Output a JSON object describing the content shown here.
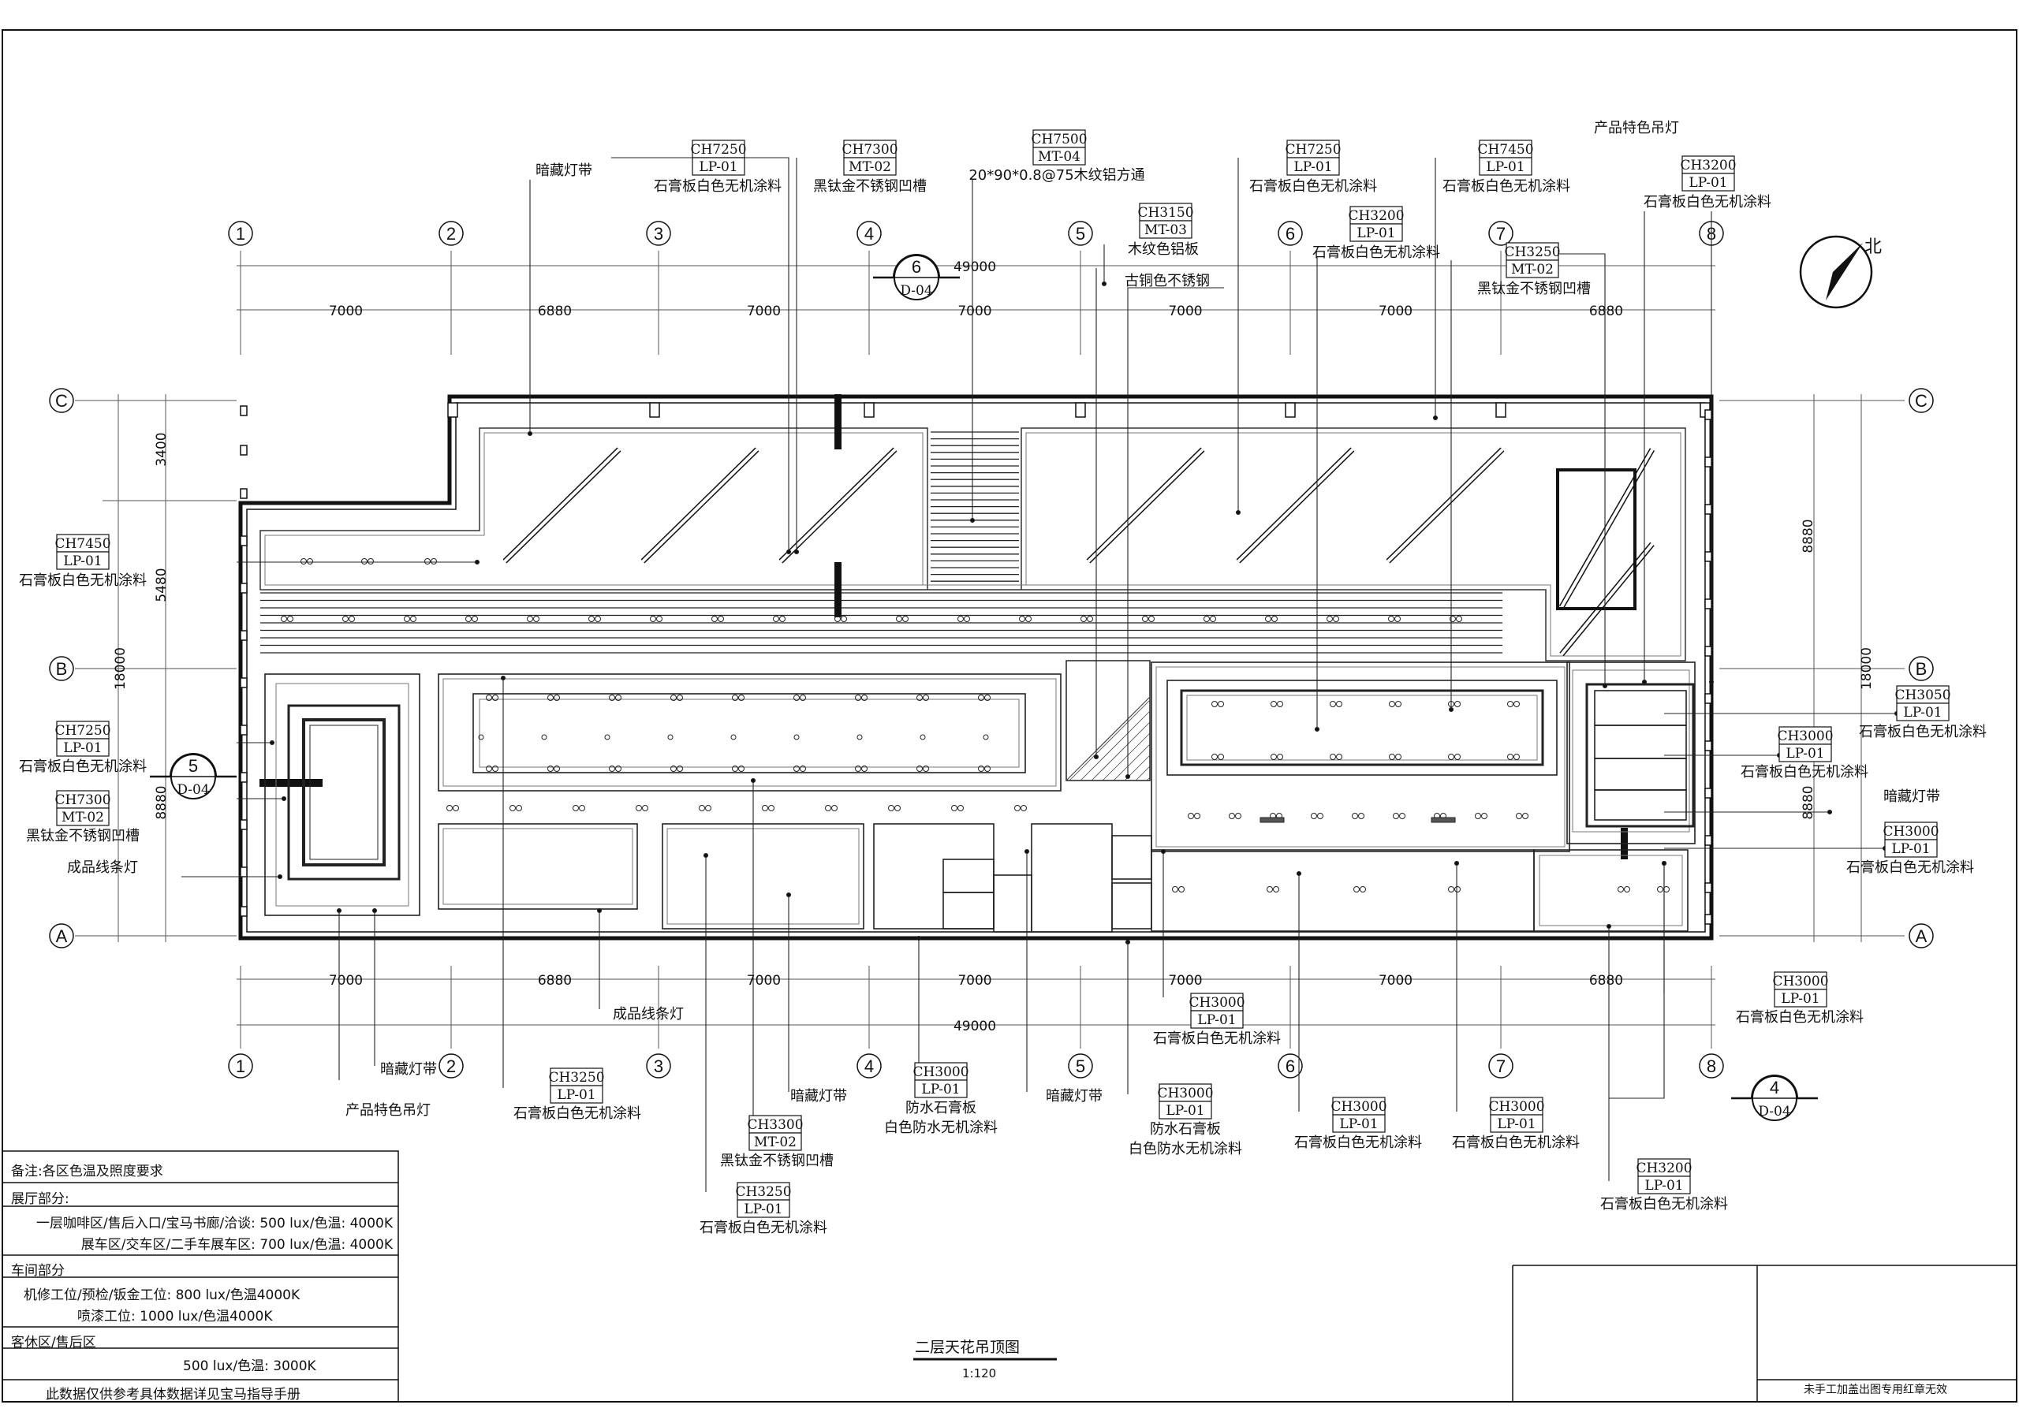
{
  "drawing": {
    "title": "二层天花吊顶图",
    "scale": "1:120",
    "stamp_note": "未手工加盖出图专用红章无效",
    "north_label": "北",
    "grid_cols": [
      "1",
      "2",
      "3",
      "4",
      "5",
      "6",
      "7",
      "8"
    ],
    "grid_rows": [
      "C",
      "B",
      "A"
    ],
    "spans_top": [
      "7000",
      "6880",
      "7000",
      "7000",
      "7000",
      "7000",
      "6880"
    ],
    "total_top": "49000",
    "spans_bottom": [
      "7000",
      "6880",
      "7000",
      "7000",
      "7000",
      "7000",
      "6880"
    ],
    "total_bottom": "49000",
    "left_dims": [
      "3400",
      "5480",
      "8880"
    ],
    "left_total": "18000",
    "right_dims": [
      "8880",
      "8880"
    ],
    "right_total": "18000",
    "section_marks": [
      {
        "num": "6",
        "sheet": "D-04"
      },
      {
        "num": "5",
        "sheet": "D-04"
      },
      {
        "num": "4",
        "sheet": "D-04"
      }
    ]
  },
  "callouts": [
    {
      "ch": "CH7250",
      "code": "LP-01",
      "desc": "石膏板白色无机涂料"
    },
    {
      "ch": "CH7300",
      "code": "MT-02",
      "desc": "黑钛金不锈钢凹槽"
    },
    {
      "ch": "CH7500",
      "code": "MT-04",
      "desc": "20*90*0.8@75木纹铝方通"
    },
    {
      "ch": "CH3150",
      "code": "MT-03",
      "desc": "木纹色铝板"
    },
    {
      "ch": "CH7250",
      "code": "LP-01",
      "desc": "石膏板白色无机涂料"
    },
    {
      "ch": "CH3200",
      "code": "LP-01",
      "desc": "石膏板白色无机涂料"
    },
    {
      "ch": "CH7450",
      "code": "LP-01",
      "desc": "石膏板白色无机涂料"
    },
    {
      "ch": "CH3250",
      "code": "MT-02",
      "desc": "黑钛金不锈钢凹槽"
    },
    {
      "ch": "CH3200",
      "code": "LP-01",
      "desc": "石膏板白色无机涂料"
    },
    {
      "ch": "CH7450",
      "code": "LP-01",
      "desc": "石膏板白色无机涂料"
    },
    {
      "ch": "CH7250",
      "code": "LP-01",
      "desc": "石膏板白色无机涂料"
    },
    {
      "ch": "CH7300",
      "code": "MT-02",
      "desc": "黑钛金不锈钢凹槽"
    },
    {
      "ch": "CH3050",
      "code": "LP-01",
      "desc": "石膏板白色无机涂料"
    },
    {
      "ch": "CH3000",
      "code": "LP-01",
      "desc": "石膏板白色无机涂料"
    },
    {
      "ch": "CH3000",
      "code": "LP-01",
      "desc": "石膏板白色无机涂料"
    },
    {
      "ch": "CH3250",
      "code": "LP-01",
      "desc": "石膏板白色无机涂料"
    },
    {
      "ch": "CH3300",
      "code": "MT-02",
      "desc": "黑钛金不锈钢凹槽"
    },
    {
      "ch": "CH3250",
      "code": "LP-01",
      "desc": "石膏板白色无机涂料"
    },
    {
      "ch": "CH3000",
      "code": "LP-01",
      "desc": "防水石膏板"
    },
    {
      "ch": "CH3000",
      "code": "LP-01",
      "desc": "防水石膏板"
    },
    {
      "ch": "CH3000",
      "code": "LP-01",
      "desc": "石膏板白色无机涂料"
    },
    {
      "ch": "CH3000",
      "code": "LP-01",
      "desc": "石膏板白色无机涂料"
    },
    {
      "ch": "CH3000",
      "code": "LP-01",
      "desc": "石膏板白色无机涂料"
    },
    {
      "ch": "CH3000",
      "code": "LP-01",
      "desc": "石膏板白色无机涂料"
    },
    {
      "ch": "CH3200",
      "code": "LP-01",
      "desc": "石膏板白色无机涂料"
    }
  ],
  "extra_desc": {
    "waterproof_paint": "白色防水无机涂料"
  },
  "labels": {
    "hidden_light": "暗藏灯带",
    "product_pendant": "产品特色吊灯",
    "bronze_steel": "古铜色不锈钢",
    "linear_light": "成品线条灯"
  },
  "notes": {
    "heading": "备注:各区色温及照度要求",
    "hall": "展厅部分:",
    "hall_l1": "一层咖啡区/售后入口/宝马书廊/洽谈: 500 lux/色温: 4000K",
    "hall_l2": "展车区/交车区/二手车展车区: 700 lux/色温: 4000K",
    "workshop": "车间部分",
    "ws_l1": "机修工位/预检/钣金工位: 800 lux/色温4000K",
    "ws_l2": "喷漆工位: 1000 lux/色温4000K",
    "lounge": "客休区/售后区",
    "lounge_l1": "500 lux/色温: 3000K",
    "disclaimer": "此数据仅供参考具体数据详见宝马指导手册"
  }
}
